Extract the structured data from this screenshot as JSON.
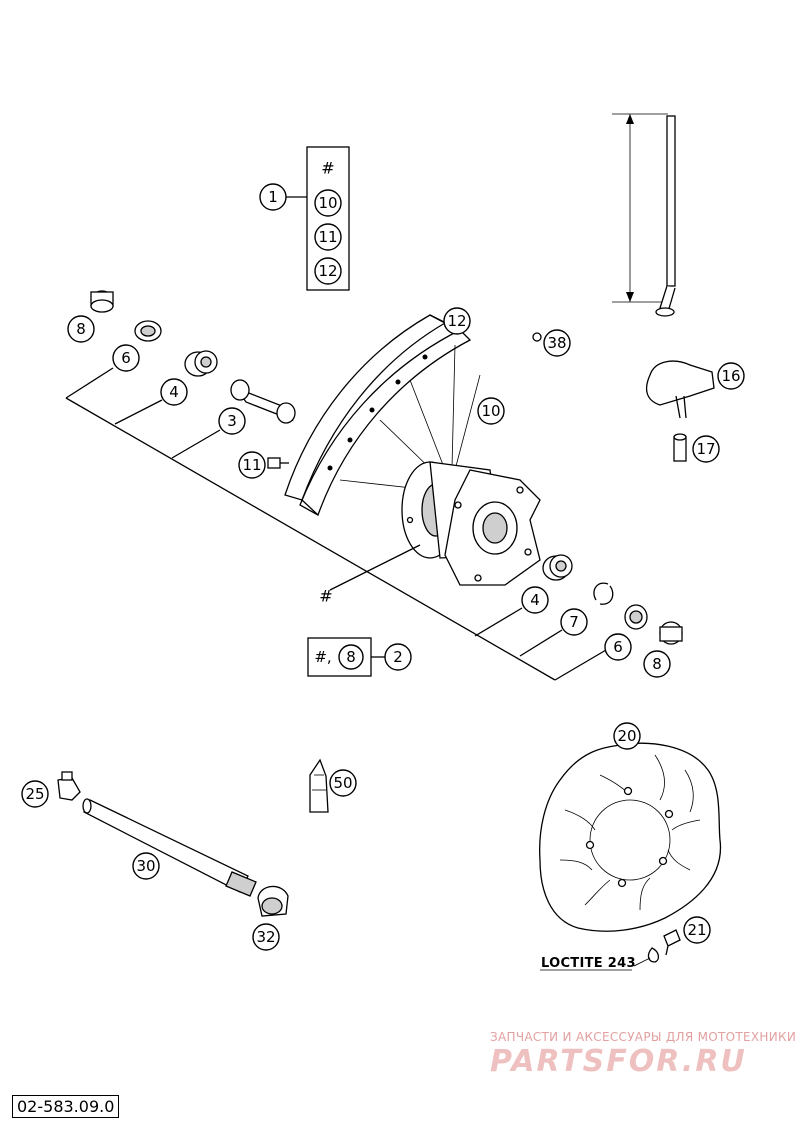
{
  "diagram_code": "02-583.09.0",
  "note_loctite": "LOCTITE 243",
  "watermark": {
    "subtitle": "ЗАПЧАСТИ И АКСЕССУАРЫ ДЛЯ МОТОТЕХНИКИ",
    "logo_text": "PARTSFOR.RU"
  },
  "kit_box_1": {
    "header": "#",
    "items": [
      "10",
      "11",
      "12"
    ]
  },
  "kit_box_2": {
    "text": "#,",
    "item": "8"
  },
  "callouts": {
    "c1": "1",
    "c2": "2",
    "c3": "3",
    "c4a": "4",
    "c4b": "4",
    "c6a": "6",
    "c6b": "6",
    "c7": "7",
    "c8a": "8",
    "c8b": "8",
    "c10": "10",
    "c11": "11",
    "c12": "12",
    "c16": "16",
    "c17": "17",
    "c20": "20",
    "c21": "21",
    "c25": "25",
    "c30": "30",
    "c32": "32",
    "c38": "38",
    "c50": "50"
  },
  "hash_label": "#"
}
